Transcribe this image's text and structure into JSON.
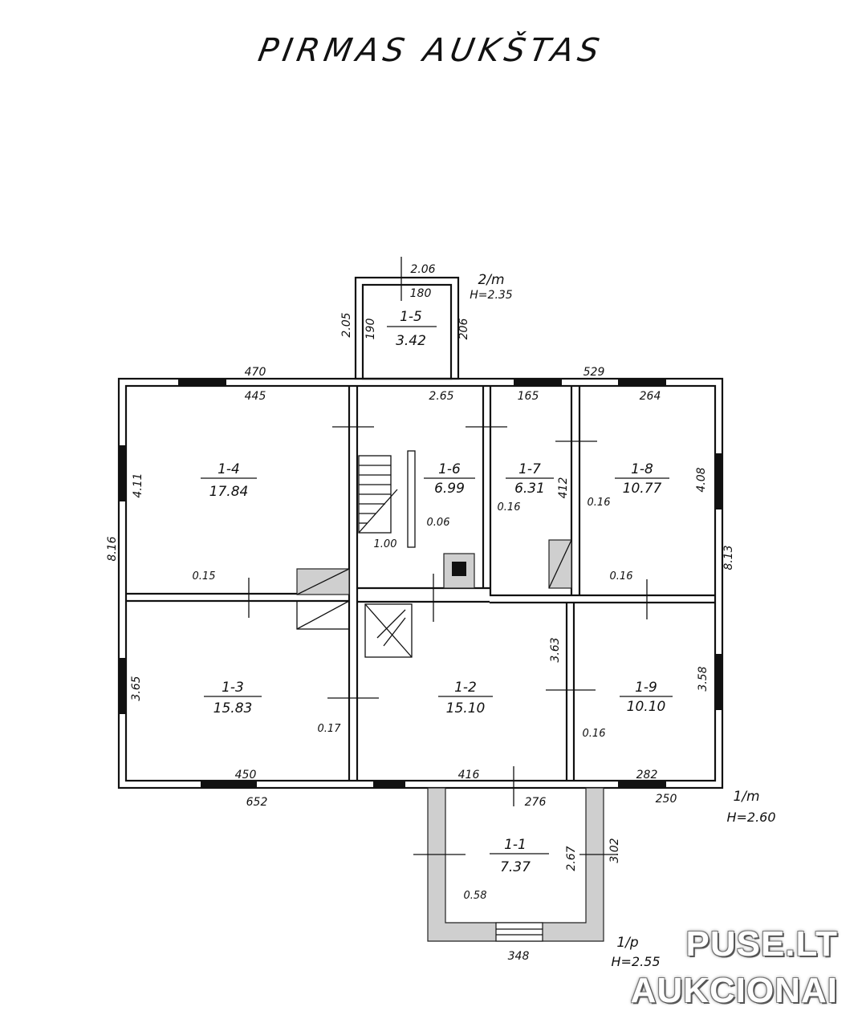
{
  "title": "PIRMAS AUKŠTAS",
  "watermark": {
    "line1": "PUSE.LT",
    "line2": "AUKCIONAI"
  },
  "rooms": [
    {
      "id": "1-1",
      "area": "7.37"
    },
    {
      "id": "1-2",
      "area": "15.10"
    },
    {
      "id": "1-3",
      "area": "15.83"
    },
    {
      "id": "1-4",
      "area": "17.84"
    },
    {
      "id": "1-5",
      "area": "3.42"
    },
    {
      "id": "1-6",
      "area": "6.99"
    },
    {
      "id": "1-7",
      "area": "6.31"
    },
    {
      "id": "1-8",
      "area": "10.77"
    },
    {
      "id": "1-9",
      "area": "10.10"
    }
  ],
  "dimensions": {
    "d470": "470",
    "d445": "445",
    "d265": "2.65",
    "d165": "165",
    "d529": "529",
    "d264": "264",
    "d206top": "2.06",
    "d180": "180",
    "d205": "2.05",
    "d190": "190",
    "d206side": "206",
    "d411": "4.11",
    "d816": "8.16",
    "d408": "4.08",
    "d813": "8.13",
    "d412": "412",
    "d016a": "0.16",
    "d016b": "0.16",
    "d016c": "0.16",
    "d016d": "0.16",
    "d015": "0.15",
    "d006": "0.06",
    "d100": "1.00",
    "d365": "3.65",
    "d363": "3.63",
    "d358": "3.58",
    "d017": "0.17",
    "d450": "450",
    "d652": "652",
    "d416": "416",
    "d282": "282",
    "d276": "276",
    "d250": "250",
    "d267": "2.67",
    "d302": "3.02",
    "d058": "0.58",
    "d348": "348"
  },
  "annotations": {
    "a5_code": "2/m",
    "a5_h": "H=2.35",
    "a1_code": "1/m",
    "a1_h": "H=2.60",
    "a2_code": "1/p",
    "a2_h": "H=2.55"
  }
}
